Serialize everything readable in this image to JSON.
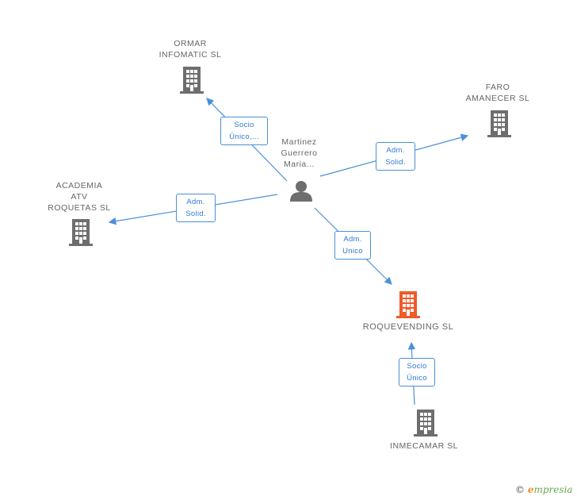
{
  "colors": {
    "edge": "#4a90d9",
    "company": "#6e6e6e",
    "focus_company": "#f05a28",
    "person": "#6e6e6e"
  },
  "person": {
    "label": "Martinez\nGuerrero\nMaria...",
    "icon": "person-icon"
  },
  "companies": {
    "ormar": {
      "label": "ORMAR\nINFOMATIC SL",
      "icon": "building-icon"
    },
    "faro": {
      "label": "FARO\nAMANECER SL",
      "icon": "building-icon"
    },
    "academia": {
      "label": "ACADEMIA\nATV\nROQUETAS SL",
      "icon": "building-icon"
    },
    "roquevending": {
      "label": "ROQUEVENDING SL",
      "icon": "building-icon"
    },
    "inmecamar": {
      "label": "INMECAMAR SL",
      "icon": "building-icon"
    }
  },
  "edges": {
    "to_ormar": {
      "label": "Socio\nÚnico,..."
    },
    "to_faro": {
      "label": "Adm.\nSolid."
    },
    "to_academia": {
      "label": "Adm.\nSolid."
    },
    "to_roquevending": {
      "label": "Adm.\nUnico"
    },
    "inmecamar_to_roquevending": {
      "label": "Socio\nÚnico"
    }
  },
  "brand": {
    "copyright": "©",
    "e": "e",
    "rest": "mpresia"
  }
}
